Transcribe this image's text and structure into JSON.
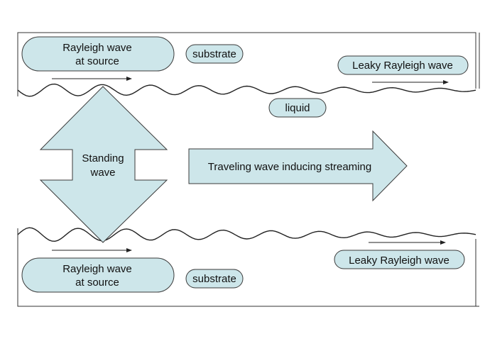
{
  "colors": {
    "fill": "#cde6ea",
    "stroke": "#3a3a3a",
    "line": "#222222"
  },
  "top_panel": {
    "source_label_line1": "Rayleigh wave",
    "source_label_line2": "at source",
    "substrate_label": "substrate",
    "leaky_label": "Leaky Rayleigh wave"
  },
  "liquid_label": "liquid",
  "standing": {
    "line1": "Standing",
    "line2": "wave"
  },
  "traveling_label": "Traveling wave inducing streaming",
  "bottom_panel": {
    "source_label_line1": "Rayleigh wave",
    "source_label_line2": "at source",
    "substrate_label": "substrate",
    "leaky_label": "Leaky Rayleigh wave"
  }
}
